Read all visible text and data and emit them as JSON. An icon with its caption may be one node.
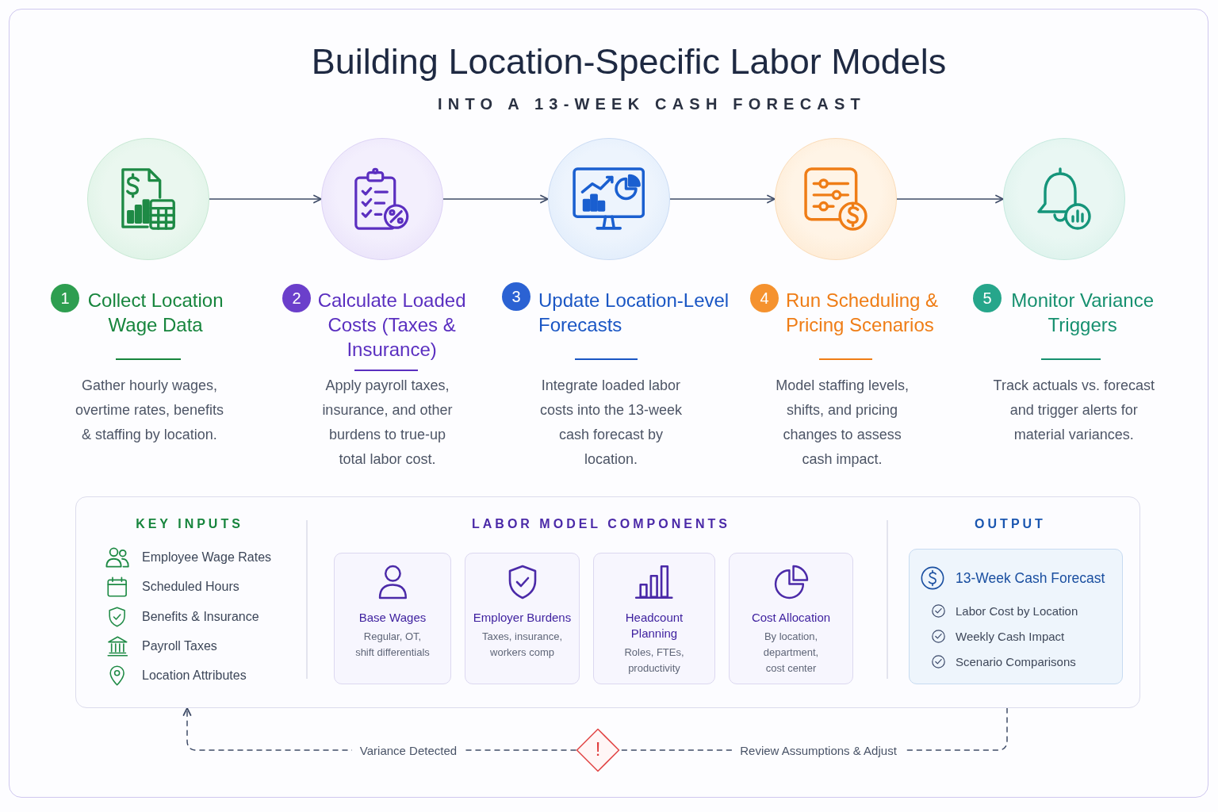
{
  "diagram": {
    "title": "Building Location-Specific Labor Models",
    "nodes": [
      {
        "text": [],
        "shape": "circle"
      },
      {
        "text": [],
        "shape": "circle"
      },
      {
        "text": [],
        "shape": "circle"
      },
      {
        "text": [],
        "shape": "circle"
      },
      {
        "text": [],
        "shape": "circle"
      },
      {
        "text": [
          "1"
        ],
        "beside": [
          "Collect Location Wage Data",
          "Gather hourly wages, overtime rates, benefits & staffing by location."
        ]
      },
      {
        "text": [
          "2"
        ],
        "beside": [
          "Calculate Loaded Costs (Taxes & Insurance)",
          "Apply payroll taxes, insurance, and other burdens to true-up total labor cost."
        ]
      },
      {
        "text": [
          "3"
        ],
        "beside": [
          "Update Location-Level Forecasts",
          "Integrate loaded labor costs into the 13-week cash forecast by location."
        ]
      },
      {
        "text": [
          "4"
        ],
        "beside": [
          "Run Scheduling & Pricing Scenarios",
          "Model staffing levels, shifts, and pricing changes to assess cash impact."
        ]
      },
      {
        "text": [
          "5"
        ],
        "beside": [
          "Monitor Variance Triggers",
          "Track actuals vs. forecast and trigger alerts for material variances."
        ]
      },
      {
        "text": [
          "KEY INPUTS",
          "Employee Wage Rates",
          "Scheduled Hours",
          "Benefits & Insurance",
          "Payroll Taxes",
          "Location Attributes",
          "LABOR MODEL COMPONENTS",
          "OUTPUT"
        ]
      },
      {
        "text": [
          "Base Wages",
          "Regular, OT, shift differentials"
        ],
        "in": 10
      },
      {
        "text": [
          "Employer Burdens",
          "Taxes, insurance, workers comp"
        ],
        "in": 10
      },
      {
        "text": [
          "Headcount Planning",
          "Roles, FTEs, productivity"
        ],
        "in": 10
      },
      {
        "text": [
          "Cost Allocation",
          "By location, department, cost center"
        ],
        "in": 10
      },
      {
        "text": [
          "13-Week Cash Forecast",
          "Labor Cost by Location",
          "Weekly Cash Impact",
          "Scenario Comparisons"
        ],
        "in": 10
      },
      {
        "text": [
          "!"
        ]
      }
    ],
    "edges": [
      {
        "from": 0,
        "to": 1,
        "arrow": "to"
      },
      {
        "from": 1,
        "to": 2,
        "arrow": "to"
      },
      {
        "from": 2,
        "to": 3,
        "arrow": "to"
      },
      {
        "from": 3,
        "to": 4,
        "arrow": "to"
      },
      {
        "from": 10,
        "to": 16,
        "arrow": "none",
        "label": "Review Assumptions & Adjust",
        "style": "dashed"
      },
      {
        "from": 16,
        "to": 10,
        "arrow": "to",
        "label": "Variance Detected",
        "style": "dashed"
      }
    ],
    "labels": [
      "INTO A 13-WEEK CASH FORECAST"
    ]
  }
}
